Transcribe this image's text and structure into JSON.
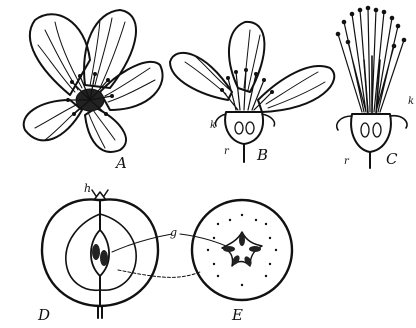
{
  "figure": {
    "panels": [
      {
        "id": "A",
        "label": "A"
      },
      {
        "id": "B",
        "label": "B"
      },
      {
        "id": "C",
        "label": "C"
      },
      {
        "id": "D",
        "label": "D"
      },
      {
        "id": "E",
        "label": "E"
      }
    ],
    "annotations": {
      "k_b": "k",
      "r_b": "r",
      "k_c": "k",
      "r_c": "r",
      "h_d": "h",
      "g_de": "g"
    }
  }
}
